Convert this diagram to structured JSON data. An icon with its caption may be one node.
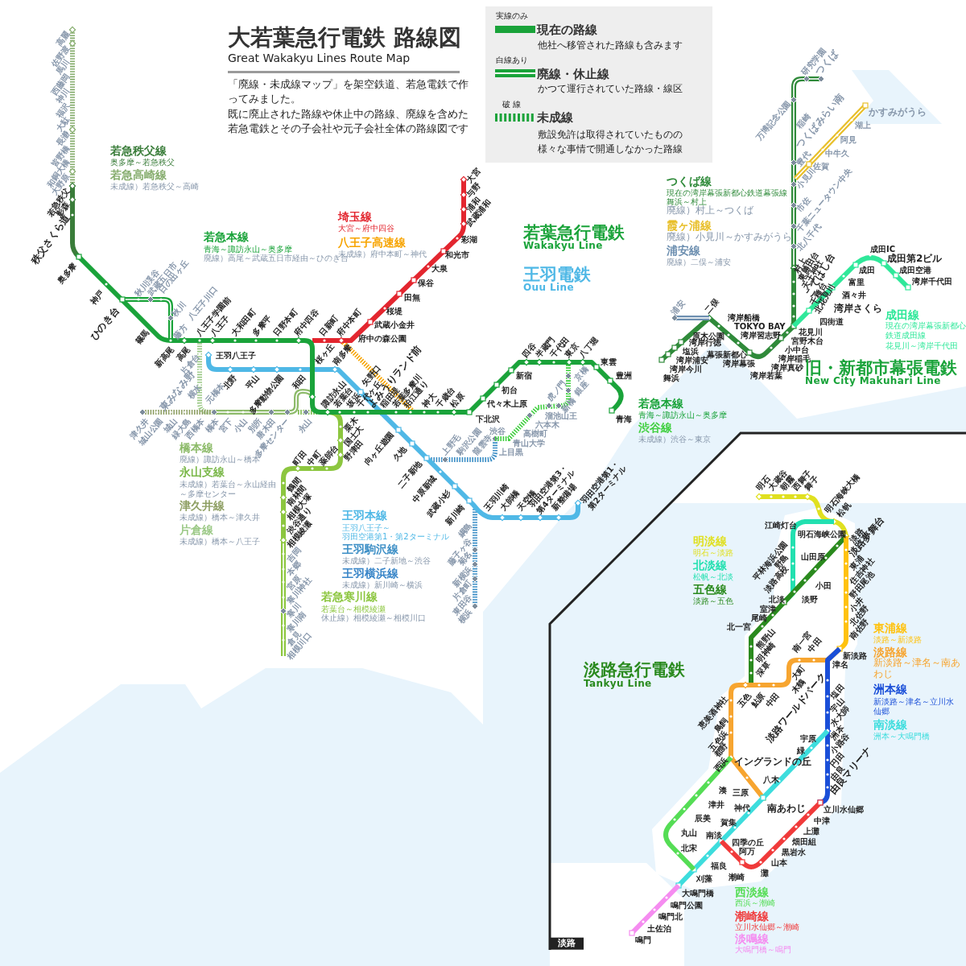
{
  "diagram": {
    "title": "大若葉急行電鉄 路線図",
    "legend": [
      {
        "text": "現在の路線"
      },
      {
        "text": "廃線・休止線"
      },
      {
        "text": "未成線"
      }
    ],
    "labels": [
      "Great Wakakyu Lines Route Map",
      "「廃線・未成線マップ」を架空鉄道、若急電鉄で作ってみました。",
      "既に廃止された路線や休止中の路線、廃線を含めた若急電鉄とその子会社や元子会社全体の路線図です",
      "実線のみ",
      "他社へ移管された路線も含みます",
      "白線あり",
      "かつて運行されていた路線・線区",
      "破 線",
      "敷設免許は取得されていたものの様々な事情で開通しなかった路線",
      "高麗",
      "佐野渡",
      "馬川",
      "西藤岡",
      "神川",
      "福沢",
      "大駄",
      "長瀞",
      "皆野橋",
      "和銅大橋",
      "大野原",
      "若急秩父",
      "影森",
      "秩父さくら道",
      "若急秩父線",
      "奥多摩～若急秩父",
      "若急高崎線",
      "未成線）若急秩父～高崎",
      "若急本線",
      "青海～諏訪永山～奥多摩",
      "廃線）高尾～武蔵五日市経由～ひのき台",
      "埼玉線",
      "大宮～府中四谷",
      "八王子高速線",
      "未成線）府中本町～神代",
      "大宮",
      "与野",
      "浦和",
      "武蔵浦和",
      "彩湖",
      "和光市",
      "大泉",
      "保谷",
      "田無",
      "桜堤",
      "武蔵小金井",
      "府中の森公園",
      "奥多摩",
      "神戸",
      "ひのき台",
      "篠馬",
      "秋川渓谷",
      "武蔵五日市",
      "日の出ヶ丘",
      "秋川",
      "八王子川口",
      "藤方",
      "八王子学園前",
      "八王子",
      "大和田町",
      "多摩平",
      "日野本町",
      "府中四谷",
      "日新町",
      "府中本町",
      "新高尾",
      "高尾",
      "片倉台",
      "東みなみ野",
      "横水",
      "元橋本",
      "王羽八王子",
      "北野",
      "平山",
      "多摩動物公園",
      "和田",
      "桜ヶ丘",
      "南多摩",
      "矢野口",
      "諏訪永山",
      "若葉台",
      "坂浜",
      "千代ヶ丘",
      "よみうりランド前",
      "稲田堤",
      "若葉多摩川",
      "狛江通り",
      "神大",
      "千歳台",
      "松原",
      "下北沢",
      "津久井",
      "城山公園",
      "城山",
      "緑大島",
      "西橋本",
      "橋本",
      "宮下",
      "小山",
      "別所",
      "唐木田",
      "多摩センター",
      "永山",
      "町田",
      "中町",
      "薬師台",
      "栗木",
      "国士大",
      "野津田",
      "鶴間",
      "南林間",
      "相模大塚",
      "渋谷通り",
      "相模綾瀬",
      "吉岡",
      "本郷",
      "宮原",
      "寒川神社",
      "寒川",
      "寒川南",
      "倉見",
      "相模川口",
      "橋本線",
      "廃線）諏訪永山～橋本",
      "永山支線",
      "未成線）若葉台～永山経由～多摩センター",
      "津久井線",
      "未成線）橋本～津久井",
      "片倉線",
      "未成線）橋本～八王子",
      "向ヶ丘遊園",
      "久地",
      "二子新地",
      "中原新城",
      "武蔵小杉",
      "新川崎",
      "王羽川崎",
      "大師橋",
      "天空橋",
      "羽田空港第3・第4ターミナル",
      "新整備場",
      "羽田空港第1・第2ターミナル",
      "上野毛",
      "駒沢公園",
      "龍雲寺",
      "渋谷",
      "上目黒",
      "青山大学",
      "高樹町",
      "六本木",
      "溜池山王",
      "虎ノ門",
      "新橋",
      "京橋",
      "銀座",
      "綱島",
      "藤子ヶ谷",
      "菊名",
      "新横浜",
      "片倉町",
      "東田谷",
      "横浜",
      "王羽本線",
      "王羽八王子～",
      "羽田空港第1・第2ターミナル",
      "王羽駒沢線",
      "未成線）二子新地～渋谷",
      "王羽横浜線",
      "未成線）新川崎～横浜",
      "若急寒川線",
      "若葉台～相模綾瀬",
      "休止線）相模綾瀬～相模川口",
      "四谷",
      "半蔵門",
      "千代田",
      "東京",
      "八丁堀",
      "新宿",
      "初台",
      "代々木上原",
      "東雲",
      "豊洲",
      "青海",
      "若葉急行電鉄",
      "Wakakyu Line",
      "王羽電鉄",
      "Ouu Line",
      "若急本線",
      "青海～諏訪永山～奥多摩",
      "渋谷線",
      "未成線）渋谷～東京",
      "研究学園",
      "つくば",
      "万博記念公園",
      "稲崎",
      "つくばみらい南",
      "豊代",
      "小見川",
      "市佐",
      "千葉ニュータウン中央",
      "北八千代",
      "村上",
      "東勝田台",
      "天王神社",
      "こてはし台",
      "千種台",
      "北花見川",
      "かすみがうら",
      "湖上",
      "阿見",
      "中牛久",
      "佐賀",
      "つくば線",
      "現在の湾岸幕張新都心鉄道幕張線",
      "舞浜～村上",
      "廃線）村上～つくば",
      "霞ヶ浦線",
      "廃線）小見川～かすみがうら",
      "浦安線",
      "廃線）二俣～浦安",
      "浦安",
      "二俣",
      "湾岸船橋",
      "TOKYO BAY",
      "原木公園",
      "湾岸習志野",
      "湾岸行徳",
      "塩浜",
      "湾岸浦安",
      "湾岸今川",
      "舞浜",
      "幕張新都心",
      "湾岸幕張",
      "湾岸若葉",
      "湾岸真砂",
      "湾岸稲毛",
      "小中台",
      "宮野木台",
      "花見川",
      "成田IC",
      "成田第2ビル",
      "成田空港",
      "湾岸千代田",
      "成田",
      "富里",
      "酒々井",
      "湾岸さくら",
      "四街道",
      "成田線",
      "現在の湾岸幕張新都心鉄道成田線",
      "花見川～湾岸千代田",
      "旧・新都市幕張電鉄",
      "New City Makuhari Line",
      "淡路",
      "明石",
      "大蔵谷",
      "朝霧",
      "西舞子",
      "舞子",
      "明石海峡大橋",
      "松帆",
      "江崎灯台",
      "平林海浜公園",
      "野島",
      "淡路高校",
      "明石海峡公園",
      "山田原",
      "小田",
      "北淡",
      "淡野",
      "室津",
      "尾崎",
      "北一宮",
      "熊野山",
      "明神崎",
      "深草",
      "淡路",
      "淡路夢舞台",
      "東浦",
      "住吉神社",
      "野田尾池",
      "小井",
      "北佐野",
      "南佐野",
      "新淡路",
      "南一宮",
      "中田",
      "大町",
      "木鶴",
      "淡路ワールドパーク",
      "五色",
      "鮎原",
      "中田",
      "恵美酒神社",
      "鳥飼",
      "五色浜",
      "都野",
      "西浜",
      "イングランドの丘",
      "八木",
      "三原",
      "南あわじ",
      "湊",
      "津井",
      "辰美",
      "丸山",
      "北宋",
      "福良",
      "潮崎",
      "宇原",
      "緑",
      "神代",
      "賀集",
      "南淡",
      "四季の丘",
      "阿万",
      "刈藻",
      "大鳴門橋",
      "灘",
      "山本",
      "黒岩水",
      "畑田組",
      "上灘",
      "中津",
      "立川水仙郷",
      "塩田",
      "宇山",
      "水大師",
      "洲本",
      "小路谷",
      "円田",
      "由良",
      "由良マリーナ",
      "鳴門公園",
      "鳴門北",
      "土佐泊",
      "鳴門",
      "明淡線",
      "明石～淡路",
      "北淡線",
      "松帆～北淡",
      "五色線",
      "淡路～五色",
      "淡路急行電鉄",
      "Tankyu Line",
      "東浦線",
      "淡路～新淡路",
      "淡路線",
      "新淡路～津名～南あわじ",
      "洲本線",
      "新淡路～津名～立川水仙郷",
      "南淡線",
      "洲本～大鳴門橋",
      "西淡線",
      "西浜～潮崎",
      "潮崎線",
      "立川水仙郷～潮崎",
      "淡鳴線",
      "大鳴門橋～鳴門",
      "津名"
    ]
  }
}
